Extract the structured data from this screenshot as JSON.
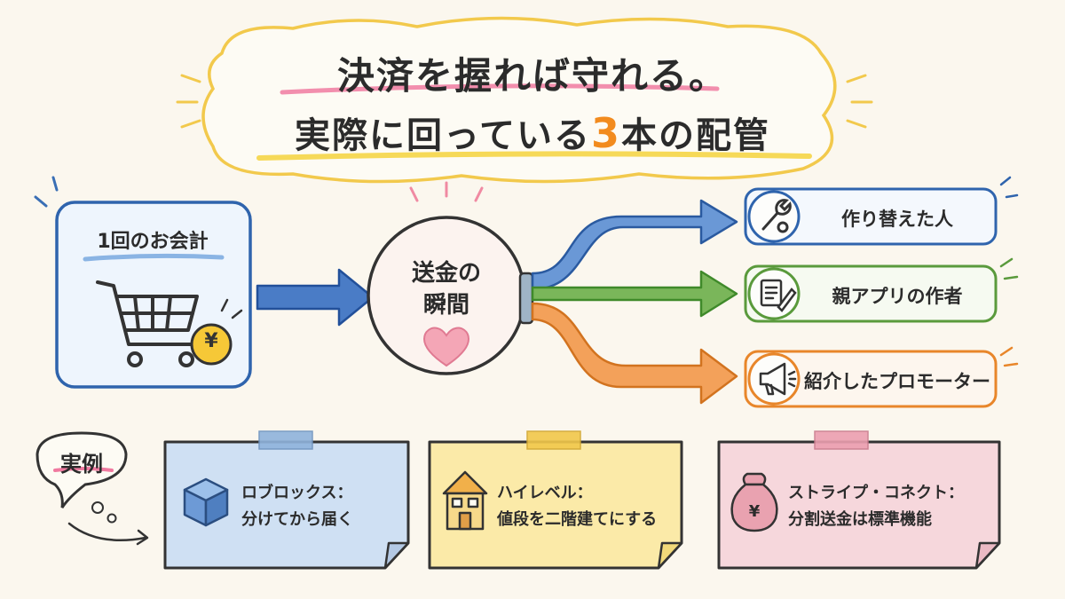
{
  "title": {
    "line1": "決済を握れば守れる。",
    "line2_prefix": "実際に回っている",
    "line2_number": "3",
    "line2_suffix": "本の配管"
  },
  "source": {
    "label": "1回のお会計",
    "currency_symbol": "¥",
    "icon": "shopping-cart-icon"
  },
  "center": {
    "line1": "送金の",
    "line2": "瞬間",
    "icon": "heart-icon"
  },
  "recipients": [
    {
      "label": "作り替えた人",
      "icon": "wrench-gear-icon",
      "color": "#3a6fb5"
    },
    {
      "label": "親アプリの作者",
      "icon": "document-pencil-icon",
      "color": "#5a9a3c"
    },
    {
      "label": "紹介したプロモーター",
      "icon": "megaphone-icon",
      "color": "#e8862a"
    }
  ],
  "examples": {
    "label": "実例",
    "notes": [
      {
        "title": "ロブロックス：",
        "body": "分けてから届く",
        "icon": "cube-icon",
        "bg": "#cfe0f3",
        "tape": "#8fb3dc"
      },
      {
        "title": "ハイレベル：",
        "body": "値段を二階建てにする",
        "icon": "house-icon",
        "bg": "#fbeaa8",
        "tape": "#f2c84b"
      },
      {
        "title": "ストライプ・コネクト：",
        "body": "分割送金は標準機能",
        "icon": "money-bag-icon",
        "currency_symbol": "¥",
        "bg": "#f6d7dc",
        "tape": "#ec9fb0"
      }
    ]
  }
}
